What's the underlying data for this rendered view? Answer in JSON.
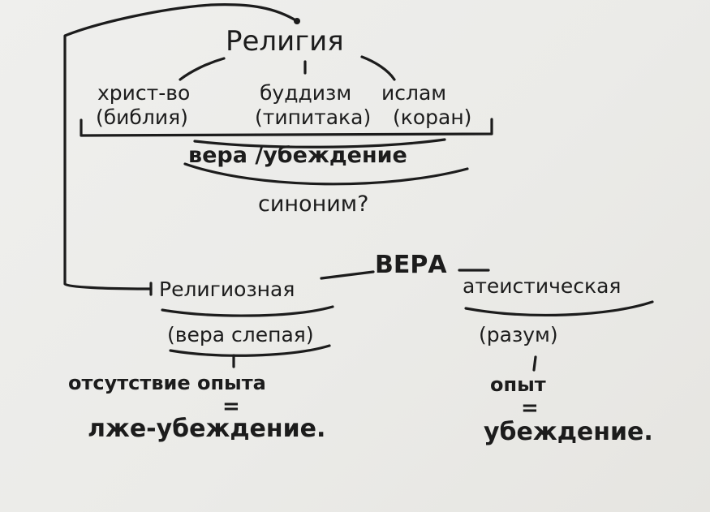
{
  "diagram": {
    "religion": "Религия",
    "branches": [
      {
        "name": "христ-во",
        "source": "(библия)"
      },
      {
        "name": "буддизм",
        "source": "(типитака)"
      },
      {
        "name": "ислам",
        "source": "(коран)"
      }
    ],
    "faith_belief": "вера /убеждение",
    "synonym": "синоним?",
    "faith": "ВЕРА",
    "religious": {
      "label": "Религиозная",
      "note": "(вера слепая)",
      "result_top": "отсутствие опыта",
      "equals": "=",
      "result": "лже-убеждение."
    },
    "atheistic": {
      "label": "атеистическая",
      "note": "(разум)",
      "result_top": "опыт",
      "equals": "=",
      "result": "убеждение."
    }
  }
}
